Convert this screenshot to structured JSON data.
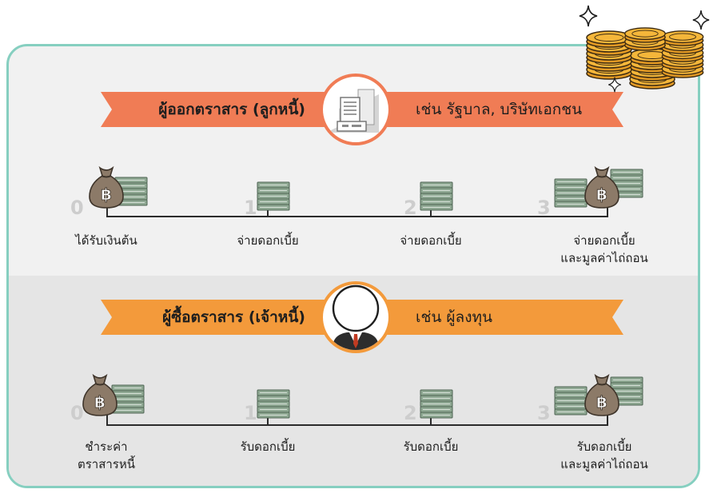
{
  "colors": {
    "frame_border": "#86cfc0",
    "issuer_ribbon": "#f07c55",
    "buyer_ribbon": "#f39a3b",
    "ink": "#1e1e1e",
    "number_gray": "#cdcdcd",
    "cash_green": "#8fa893",
    "bag_brown": "#8c7a68",
    "coin_gold": "#f4b63a"
  },
  "issuer": {
    "title": "ผู้ออกตราสาร (ลูกหนี้)",
    "example": "เช่น รัฐบาล, บริษัทเอกชน",
    "icon": "building-icon",
    "timeline": [
      {
        "num": "0",
        "label": "ได้รับเงินต้น",
        "icon": "money-bag-cash-icon"
      },
      {
        "num": "1",
        "label": "จ่ายดอกเบี้ย",
        "icon": "cash-stack-icon"
      },
      {
        "num": "2",
        "label": "จ่ายดอกเบี้ย",
        "icon": "cash-stack-icon"
      },
      {
        "num": "3",
        "label": "จ่ายดอกเบี้ย",
        "label2": "และมูลค่าไถ่ถอน",
        "icon": "cash-money-bag-icon"
      }
    ]
  },
  "buyer": {
    "title": "ผู้ซื้อตราสาร (เจ้าหนี้)",
    "example": "เช่น ผู้ลงทุน",
    "icon": "businessman-icon",
    "timeline": [
      {
        "num": "0",
        "label": "ชำระค่า",
        "label2": "ตราสารหนี้",
        "icon": "money-bag-cash-icon"
      },
      {
        "num": "1",
        "label": "รับดอกเบี้ย",
        "icon": "cash-stack-icon"
      },
      {
        "num": "2",
        "label": "รับดอกเบี้ย",
        "icon": "cash-stack-icon"
      },
      {
        "num": "3",
        "label": "รับดอกเบี้ย",
        "label2": "และมูลค่าไถ่ถอน",
        "icon": "cash-money-bag-icon"
      }
    ]
  },
  "decor": {
    "icon": "gold-coins-icon",
    "sparkle": "sparkle-icon"
  }
}
